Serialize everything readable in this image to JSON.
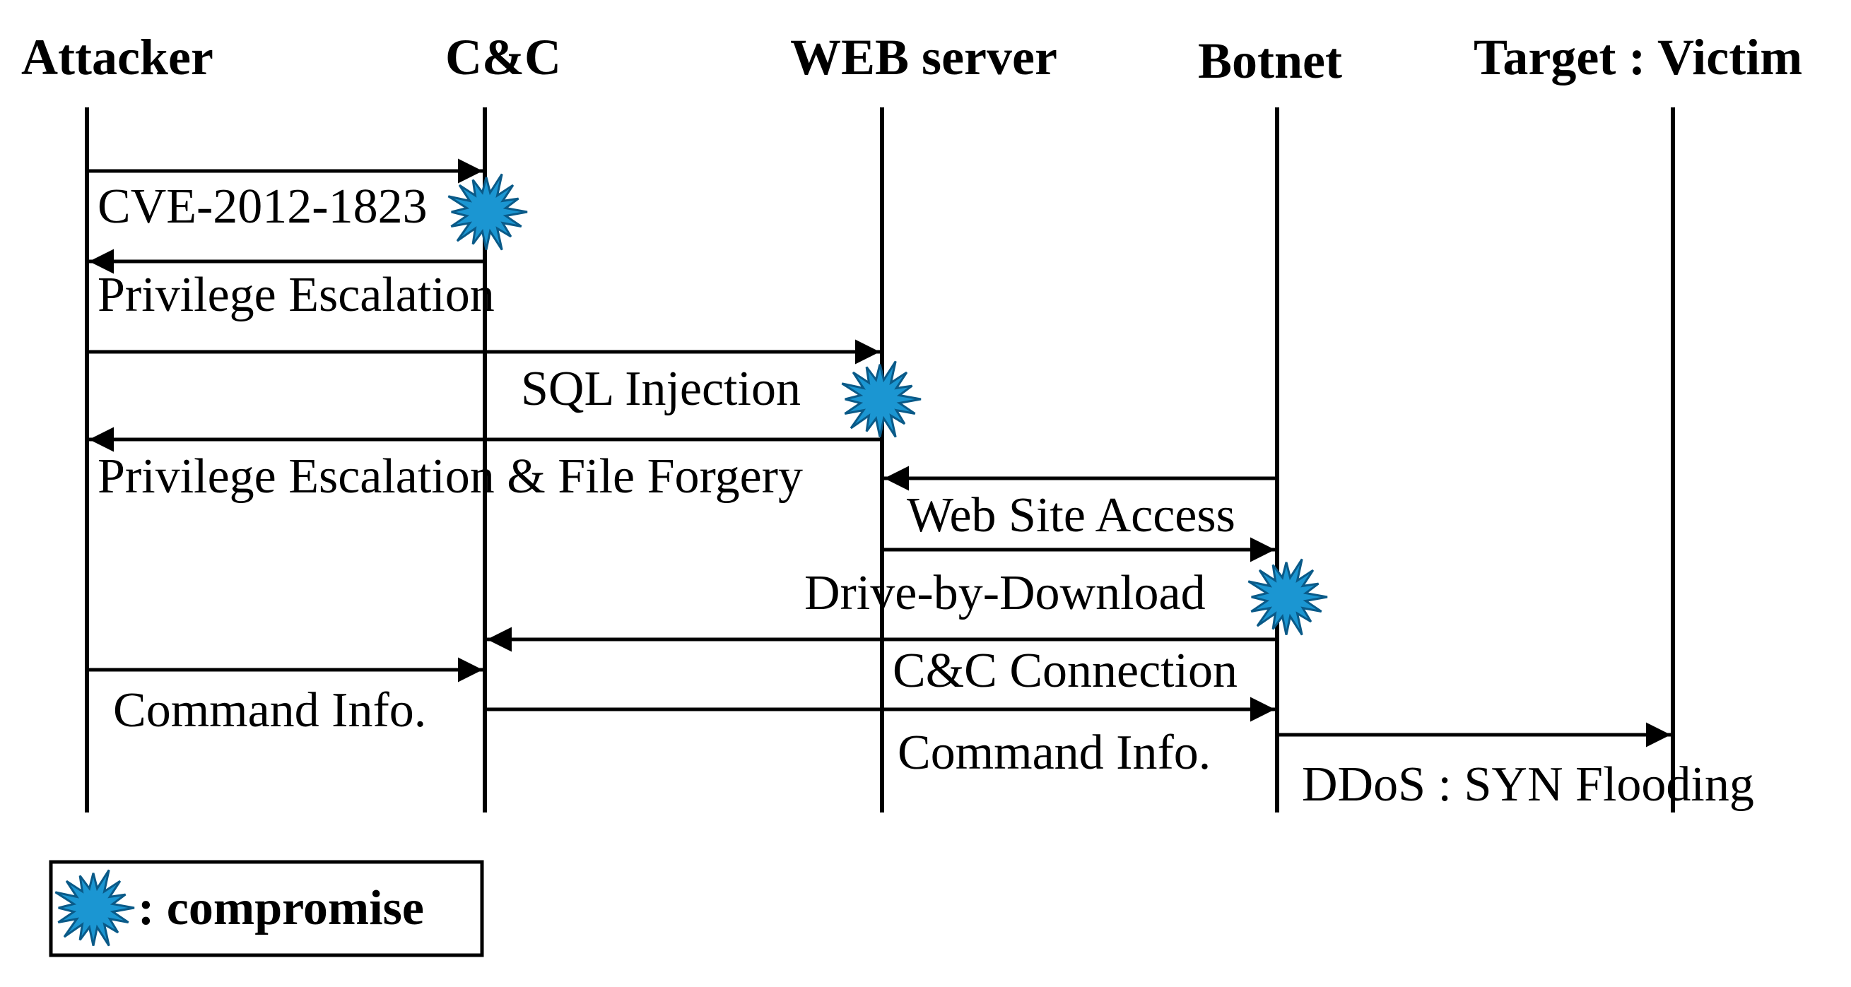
{
  "participants": [
    {
      "id": "attacker",
      "label": "Attacker"
    },
    {
      "id": "cc",
      "label": "C&C"
    },
    {
      "id": "web",
      "label": "WEB server"
    },
    {
      "id": "botnet",
      "label": "Botnet"
    },
    {
      "id": "victim",
      "label": "Target : Victim"
    }
  ],
  "messages": [
    {
      "from": "attacker",
      "to": "cc",
      "label": "CVE-2012-1823",
      "compromise": true
    },
    {
      "from": "cc",
      "to": "attacker",
      "label": "Privilege Escalation",
      "compromise": false
    },
    {
      "from": "attacker",
      "to": "web",
      "label": "SQL Injection",
      "compromise": true
    },
    {
      "from": "web",
      "to": "attacker",
      "label": "Privilege Escalation & File Forgery",
      "compromise": false
    },
    {
      "from": "botnet",
      "to": "web",
      "label": "Web Site Access",
      "compromise": false
    },
    {
      "from": "web",
      "to": "botnet",
      "label": "Drive-by-Download",
      "compromise": true
    },
    {
      "from": "botnet",
      "to": "cc",
      "label": "C&C Connection",
      "compromise": false
    },
    {
      "from": "attacker",
      "to": "cc",
      "label": "Command Info.",
      "compromise": false
    },
    {
      "from": "cc",
      "to": "botnet",
      "label": "Command Info.",
      "compromise": false
    },
    {
      "from": "botnet",
      "to": "victim",
      "label": "DDoS : SYN Flooding",
      "compromise": false
    }
  ],
  "legend": {
    "label": ": compromise",
    "icon": "compromise-star-icon"
  },
  "colors": {
    "line": "#000000",
    "star_fill": "#1b96d2",
    "star_stroke": "#0a5a88"
  }
}
